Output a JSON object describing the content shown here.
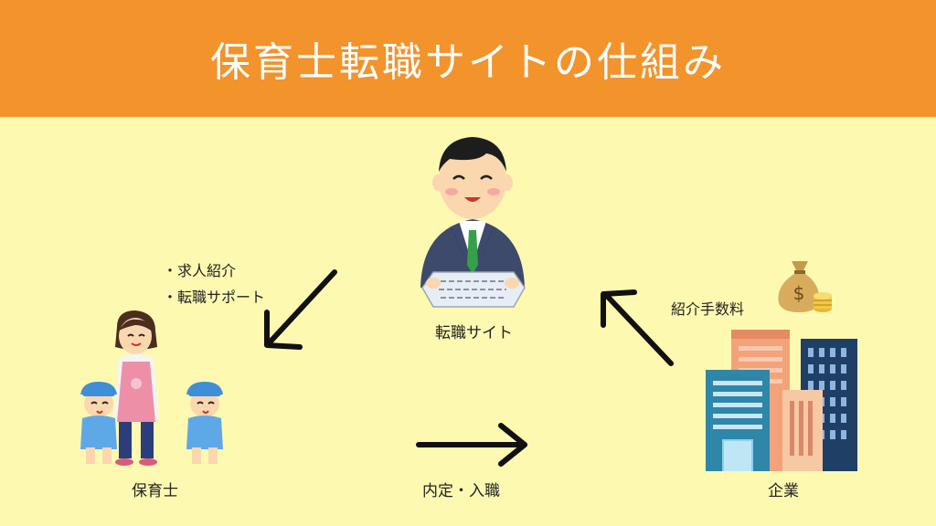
{
  "title": "保育士転職サイトの仕組み",
  "nodes": {
    "site": {
      "label": "転職サイト"
    },
    "nursery_teacher": {
      "label": "保育士"
    },
    "company": {
      "label": "企業"
    }
  },
  "edges": {
    "site_to_teacher": {
      "items": [
        "・求人紹介",
        "・転職サポート"
      ]
    },
    "company_to_site": {
      "label": "紹介手数料"
    },
    "teacher_to_company": {
      "label": "内定・入職"
    }
  },
  "colors": {
    "header": "#f2932b",
    "background": "#fef9b1",
    "arrow": "#111111"
  }
}
